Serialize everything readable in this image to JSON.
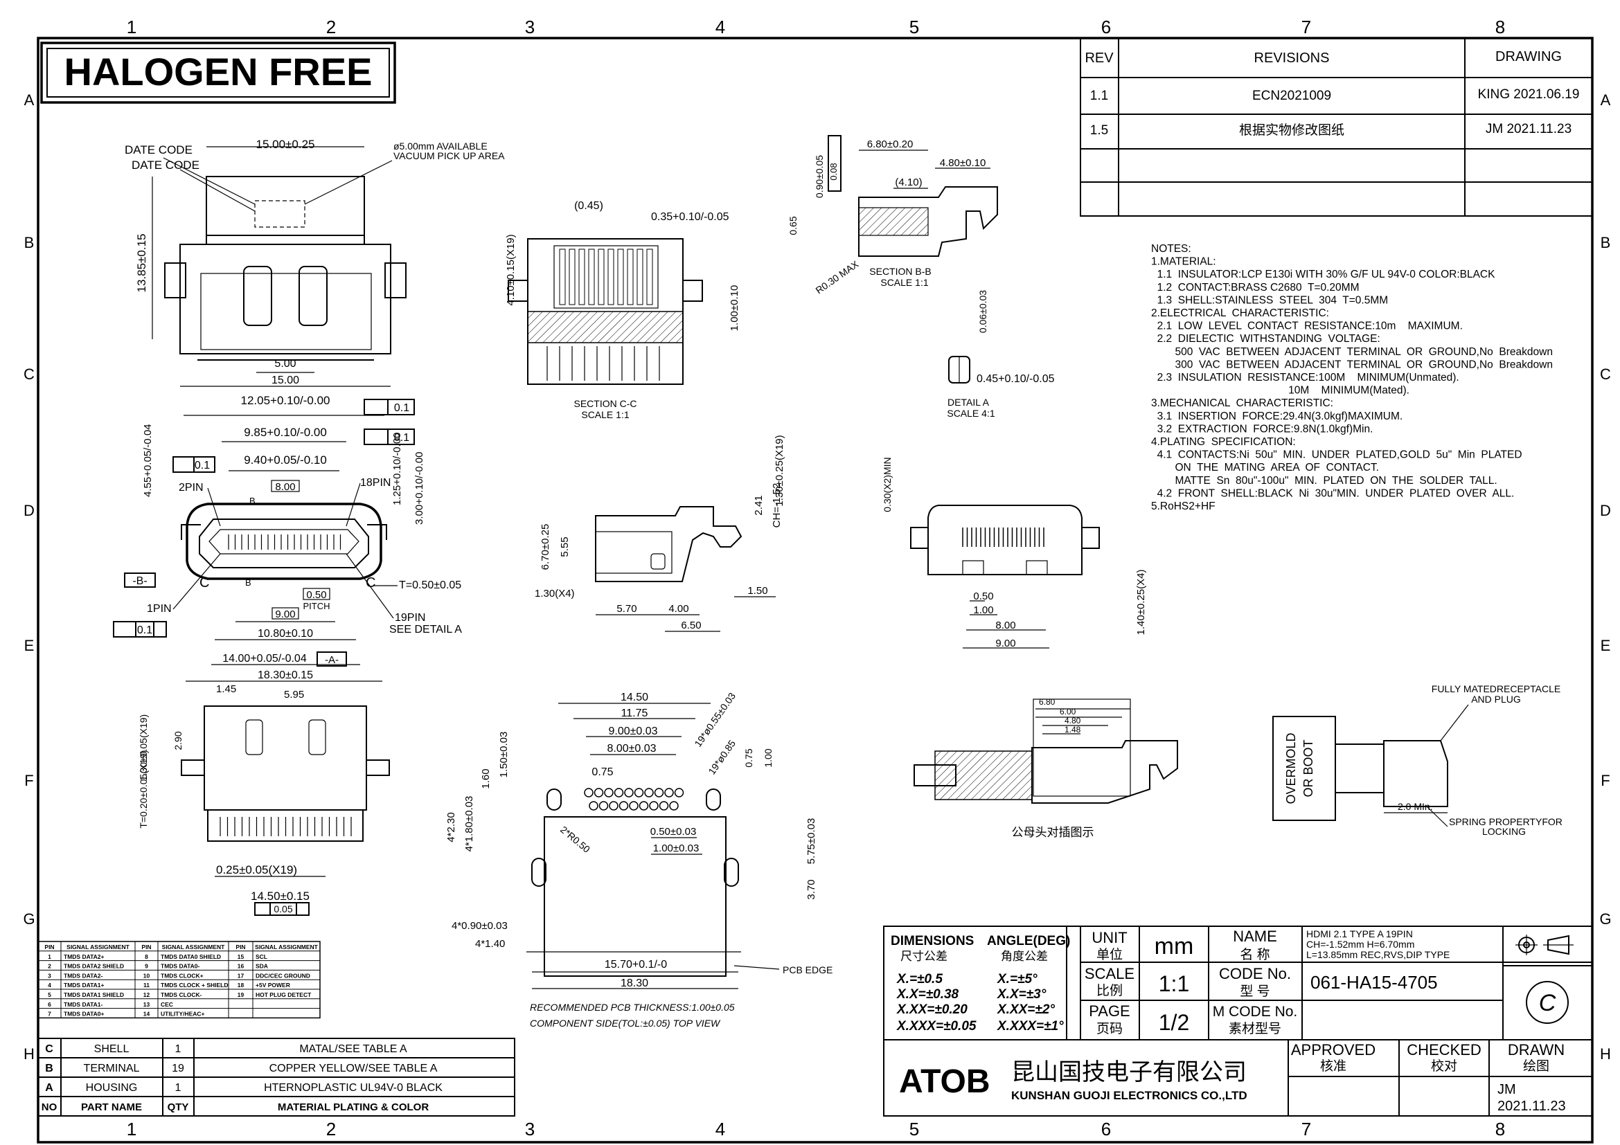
{
  "border": {
    "columns": [
      "1",
      "2",
      "3",
      "4",
      "5",
      "6",
      "7",
      "8"
    ],
    "rows": [
      "A",
      "B",
      "C",
      "D",
      "E",
      "F",
      "G",
      "H"
    ]
  },
  "header": {
    "stamp": "HALOGEN FREE"
  },
  "revisions": {
    "headers": [
      "REV",
      "REVISIONS",
      "DRAWING"
    ],
    "rows": [
      {
        "rev": "1.1",
        "desc": "ECN2021009",
        "by": "KING  2021.06.19"
      },
      {
        "rev": "1.5",
        "desc": "根据实物修改图纸",
        "by": "JM  2021.11.23"
      },
      {
        "rev": "",
        "desc": "",
        "by": ""
      },
      {
        "rev": "",
        "desc": "",
        "by": ""
      }
    ]
  },
  "notes": [
    "NOTES:",
    "1.MATERIAL:",
    "  1.1  INSULATOR:LCP E130i WITH 30% G/F UL 94V-0 COLOR:BLACK",
    "  1.2  CONTACT:BRASS C2680  T=0.20MM",
    "  1.3  SHELL:STAINLESS  STEEL  304  T=0.5MM",
    "2.ELECTRICAL  CHARACTERISTIC:",
    "  2.1  LOW  LEVEL  CONTACT  RESISTANCE:10m    MAXIMUM.",
    "  2.2  DIELECTIC  WITHSTANDING  VOLTAGE:",
    "        500  VAC  BETWEEN  ADJACENT  TERMINAL  OR  GROUND,No  Breakdown",
    "        300  VAC  BETWEEN  ADJACENT  TERMINAL  OR  GROUND,No  Breakdown",
    "  2.3  INSULATION  RESISTANCE:100M    MINIMUM(Unmated).",
    "                                              10M    MINIMUM(Mated).",
    "3.MECHANICAL  CHARACTERISTIC:",
    "  3.1  INSERTION  FORCE:29.4N(3.0kgf)MAXIMUM.",
    "  3.2  EXTRACTION  FORCE:9.8N(1.0kgf)Min.",
    "4.PLATING  SPECIFICATION:",
    "  4.1  CONTACTS:Ni  50u\"  MIN.  UNDER  PLATED,GOLD  5u\"  Min  PLATED",
    "        ON  THE  MATING  AREA  OF  CONTACT.",
    "        MATTE  Sn  80u\"-100u\"  MIN.  PLATED  ON  THE  SOLDER  TALL.",
    "  4.2  FRONT  SHELL:BLACK  Ni  30u\"MIN.  UNDER  PLATED  OVER  ALL.",
    "5.RoHS2+HF"
  ],
  "labels": {
    "date_code_1": "DATE CODE",
    "date_code_2": "DATE CODE",
    "vacuum_1": "ø5.00mm  AVAILABLE",
    "vacuum_2": "VACUUM  PICK  UP  AREA",
    "section_cc": "SECTION C-C",
    "scale_cc": "SCALE 1:1",
    "section_bb": "SECTION B-B",
    "scale_bb": "SCALE 1:1",
    "detail_a": "DETAIL A",
    "scale_a": "SCALE 4:1",
    "pin2": "2PIN",
    "pin18": "18PIN",
    "pin1": "1PIN",
    "pin19": "19PIN",
    "see_detail": "SEE  DETAIL  A",
    "pitch": "PITCH",
    "datum_b": "-B-",
    "datum_a": "-A-",
    "c_left": "C",
    "c_right": "C",
    "b_left": "B",
    "b_right": "B",
    "mating_cn": "公母头对插图示",
    "overmold": "OVERMOLD",
    "or_boot": "OR  BOOT",
    "fully_mated_1": "FULLY MATEDRECEPTACLE",
    "fully_mated_2": "AND PLUG",
    "spring_1": "SPRING PROPERTYFOR",
    "spring_2": "LOCKING",
    "min_2": "2.0 MIn.",
    "pcb_edge": "PCB EDGE",
    "pcb_note_1": "RECOMMENDED  PCB  THICKNESS:1.00±0.05",
    "pcb_note_2": "COMPONENT  SIDE(TOL:±0.05)  TOP  VIEW"
  },
  "dims": {
    "d15_025": "15.00±0.25",
    "d13_85": "13.85±0.15",
    "d5_00": "5.00",
    "d15_00": "15.00",
    "d12_05": "12.05+0.10/-0.00",
    "d9_85": "9.85+0.10/-0.00",
    "d9_40": "9.40+0.05/-0.10",
    "d8_00": "8.00",
    "d4_55": "4.55+0.05/-0.04",
    "d1_25": "1.25+0.10/-0.00",
    "d3_00": "3.00+0.10/-0.00",
    "dT050": "T=0.50±0.05",
    "d0_50": "0.50",
    "d9_00": "9.00",
    "d10_80": "10.80±0.10",
    "d14_00": "14.00+0.05/-0.04",
    "d18_30": "18.30±0.15",
    "tol_01": "0.1",
    "tol_01b": "0.1",
    "tol_01c": "0.1",
    "tol_01d": "0.1",
    "d0_45": "(0.45)",
    "d0_35": "0.35+0.10/-0.05",
    "d4_10": "4.10±0.15(X19)",
    "d1_00_01": "1.00±0.10",
    "d6_80": "6.80±0.20",
    "d4_80": "4.80±0.10",
    "d4_10p": "(4.10)",
    "d0_90": "0.90±0.05",
    "d0_65": "0.65",
    "r0_30": "R0.30 MAX",
    "d0_08": "0.08",
    "d0_06": "0.06±0.03",
    "d0_45b": "0.45+0.10/-0.05",
    "d2_41": "2.41",
    "ch152": "CH=-1.52",
    "d1_30_019": "1.30±0.25(X19)",
    "d6_70": "6.70±0.25",
    "d5_55": "5.55",
    "d1_30x4": "1.30(X4)",
    "d5_70": "5.70",
    "d4_00": "4.00",
    "d1_50": "1.50",
    "d6_50": "6.50",
    "d0_30x2": "0.30(X2)MIN",
    "d0_50b": "0.50",
    "d1_00b": "1.00",
    "d8_00b": "8.00",
    "d9_00b": "9.00",
    "d1_40x4": "1.40±0.25(X4)",
    "d1_45": "1.45",
    "d5_95": "5.95",
    "d2_90": "2.90",
    "d1_30x19b": "1.30±0.05(X19)",
    "dT020": "T=0.20±0.05(X19)",
    "d0_25x19": "0.25±0.05(X19)",
    "d14_50": "14.50±0.15",
    "pos_005": "0.05",
    "p14_50": "14.50",
    "p11_75": "11.75",
    "p9_00": "9.00±0.03",
    "p8_00": "8.00±0.03",
    "p0_75": "0.75",
    "p1_50": "1.50±0.03",
    "p1_60": "1.60",
    "p19_055": "19*ø0.55±0.03",
    "p19_085": "19*ø0.85",
    "p0_75v": "0.75",
    "p1_00v": "1.00",
    "p4_230": "4*2.30",
    "p4_180": "4*1.80±0.03",
    "p2_r050": "2*R0.50",
    "p0_50": "0.50±0.03",
    "p1_00": "1.00±0.03",
    "p5_75": "5.75±0.03",
    "p3_70": "3.70",
    "p4_090": "4*0.90±0.03",
    "p4_140": "4*1.40",
    "p15_70": "15.70+0.1/-0",
    "p18_30": "18.30",
    "m6_80": "6.80",
    "m6_00": "6.00",
    "m4_80": "4.80",
    "m1_48": "1.48"
  },
  "pin_table": {
    "headers": [
      "PIN",
      "SIGNAL ASSIGNMENT",
      "PIN",
      "SIGNAL ASSIGNMENT",
      "PIN",
      "SIGNAL ASSIGNMENT"
    ],
    "rows": [
      [
        "1",
        "TMDS DATA2+",
        "8",
        "TMDS DATA0 SHIELD",
        "15",
        "SCL"
      ],
      [
        "2",
        "TMDS DATA2 SHIELD",
        "9",
        "TMDS DATA0-",
        "16",
        "SDA"
      ],
      [
        "3",
        "TMDS DATA2-",
        "10",
        "TMDS CLOCK+",
        "17",
        "DDC/CEC GROUND"
      ],
      [
        "4",
        "TMDS DATA1+",
        "11",
        "TMDS CLOCK + SHIELD",
        "18",
        "+5V POWER"
      ],
      [
        "5",
        "TMDS DATA1 SHIELD",
        "12",
        "TMDS CLOCK-",
        "19",
        "HOT PLUG DETECT"
      ],
      [
        "6",
        "TMDS DATA1-",
        "13",
        "CEC",
        "",
        ""
      ],
      [
        "7",
        "TMDS DATA0+",
        "14",
        "UTILITY/HEAC+",
        "",
        ""
      ]
    ]
  },
  "bom": {
    "rows": [
      {
        "no": "C",
        "name": "SHELL",
        "qty": "1",
        "mat": "MATAL/SEE  TABLE  A"
      },
      {
        "no": "B",
        "name": "TERMINAL",
        "qty": "19",
        "mat": "COPPER  YELLOW/SEE  TABLE  A"
      },
      {
        "no": "A",
        "name": "HOUSING",
        "qty": "1",
        "mat": "HTERNOPLASTIC  UL94V-0  BLACK"
      }
    ],
    "header": {
      "no": "NO",
      "name": "PART  NAME",
      "qty": "QTY",
      "mat": "MATERIAL  PLATING  &  COLOR"
    }
  },
  "title_block": {
    "dimensions": "DIMENSIONS",
    "dimensions_cn": "尺寸公差",
    "angle": "ANGLE(DEG)",
    "angle_cn": "角度公差",
    "tol_lin": [
      "X.=±0.5",
      "X.X=±0.38",
      "X.XX=±0.20",
      "X.XXX=±0.05"
    ],
    "tol_ang": [
      "X.=±5°",
      "X.X=±3°",
      "X.XX=±2°",
      "X.XXX=±1°"
    ],
    "unit": "UNIT",
    "unit_cn": "单位",
    "unit_val": "mm",
    "scale": "SCALE",
    "scale_cn": "比例",
    "scale_val": "1:1",
    "page": "PAGE",
    "page_cn": "页码",
    "page_val": "1/2",
    "name": "NAME",
    "name_cn": "名    称",
    "name_val": [
      "HDMI  2.1  TYPE  A  19PIN",
      "CH=-1.52mm  H=6.70mm",
      "L=13.85mm  REC,RVS,DIP  TYPE"
    ],
    "code": "CODE  No.",
    "code_cn": "型      号",
    "code_val": "061-HA15-4705",
    "mcode": "M  CODE  No.",
    "mcode_cn": "素材型号",
    "company_logo": "ATOB",
    "company_cn": "昆山国技电子有限公司",
    "company_en": "KUNSHAN  GUOJI  ELECTRONICS  CO.,LTD",
    "approved": "APPROVED",
    "approved_cn": "核准",
    "checked": "CHECKED",
    "checked_cn": "校对",
    "drawn": "DRAWN",
    "drawn_cn": "绘图",
    "drawn_by": "JM",
    "drawn_date": "2021.11.23",
    "circle_c": "C"
  }
}
